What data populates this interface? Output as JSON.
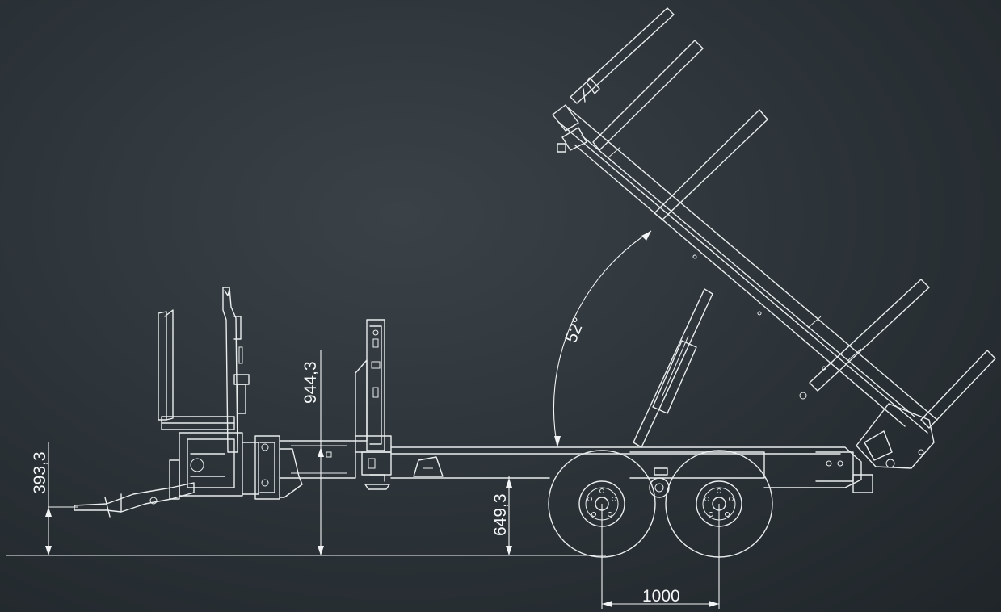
{
  "dimensions": {
    "drawbar_height": "393,3",
    "stanchion_height": "944,3",
    "frame_height": "649,3",
    "axle_spacing": "1000",
    "tilt_angle": "52°"
  },
  "colors": {
    "background": "#2b3237",
    "line": "#e9edee"
  }
}
